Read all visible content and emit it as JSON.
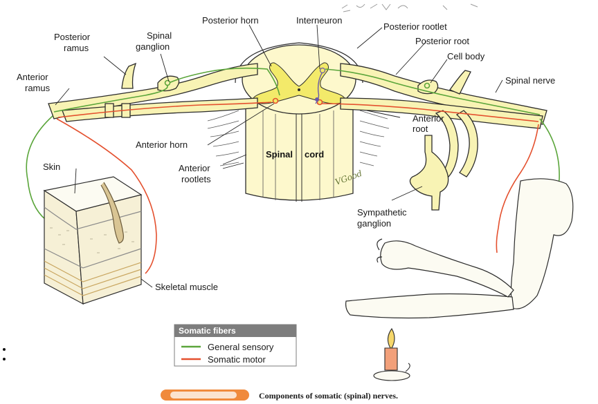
{
  "labels": {
    "posterior_horn": "Posterior horn",
    "interneuron": "Interneuron",
    "posterior_rootlet": "Posterior rootlet",
    "posterior_ramus": "Posterior ramus",
    "spinal_ganglion": "Spinal ganglion",
    "posterior_root": "Posterior root",
    "cell_body": "Cell body",
    "anterior_ramus": "Anterior ramus",
    "spinal_nerve": "Spinal nerve",
    "anterior_horn": "Anterior horn",
    "anterior_root": "Anterior root",
    "anterior_rootlets": "Anterior rootlets",
    "spinal_cord_left": "Spinal",
    "spinal_cord_right": "cord",
    "skin": "Skin",
    "sympathetic_ganglion": "Sympathetic ganglion",
    "skeletal_muscle": "Skeletal muscle"
  },
  "legend": {
    "title": "Somatic fibers",
    "items": [
      {
        "label": "General sensory",
        "color": "#5aa53a"
      },
      {
        "label": "Somatic motor",
        "color": "#e4502e"
      }
    ]
  },
  "caption": "Components of somatic (spinal) nerves.",
  "signature": "VGood",
  "colors": {
    "nerve_fill": "#f8f3b4",
    "nerve_outline": "#2b2b2b",
    "sensory": "#5aa53a",
    "motor": "#e4502e",
    "gray_matter": "#f3ea6a",
    "legend_header": "#7d7d7d",
    "caption_bar": "#f08a3c"
  }
}
